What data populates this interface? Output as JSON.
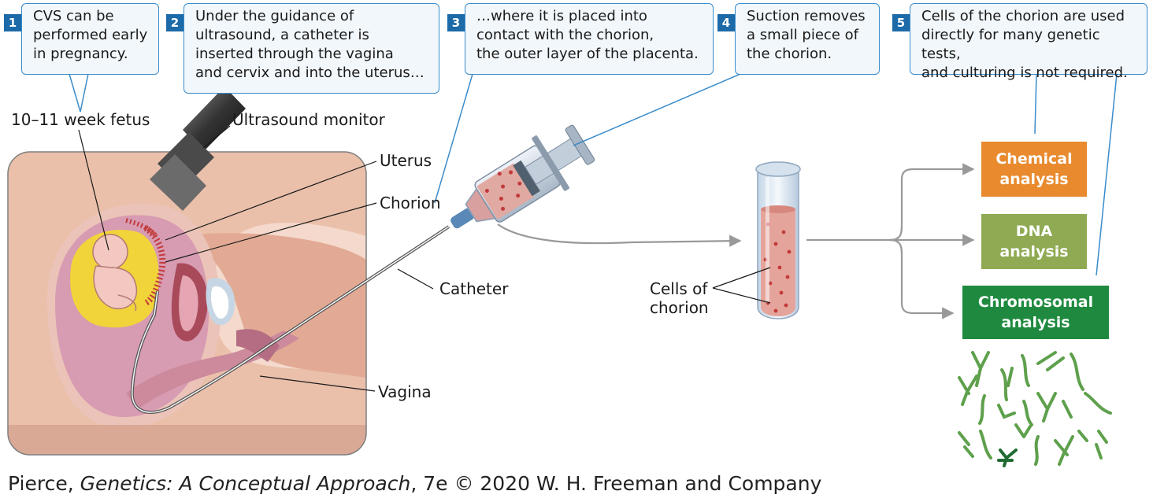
{
  "steps": [
    {
      "num": "1",
      "text": "CVS can be\nperformed early\nin pregnancy."
    },
    {
      "num": "2",
      "text": "Under the guidance of\nultrasound, a catheter is\ninserted through the vagina\nand cervix and into the uterus…"
    },
    {
      "num": "3",
      "text": "…where it is placed into\ncontact with the chorion,\nthe outer layer of the placenta."
    },
    {
      "num": "4",
      "text": "Suction removes\na small piece of\nthe chorion."
    },
    {
      "num": "5",
      "text": "Cells of the chorion are used\ndirectly for many genetic tests,\nand culturing is not required."
    }
  ],
  "labels": {
    "fetus": "10–11 week fetus",
    "ultrasound": "Ultrasound monitor",
    "uterus": "Uterus",
    "chorion": "Chorion",
    "catheter": "Catheter",
    "vagina": "Vagina",
    "cells": "Cells of\nchorion"
  },
  "analyses": [
    {
      "label": "Chemical\nanalysis",
      "color": "#e98a2e"
    },
    {
      "label": "DNA\nanalysis",
      "color": "#8faa52"
    },
    {
      "label": "Chromosomal\nanalysis",
      "color": "#1f8a3f"
    }
  ],
  "credit": {
    "author": "Pierce, ",
    "title": "Genetics: A Conceptual Approach",
    "rest": ", 7e © 2020 W. H. Freeman and Company"
  },
  "colors": {
    "callout_border": "#3a8ccb",
    "callout_fill": "#f2f7fb",
    "step_number": "#1c6aa8",
    "body_skin": "#e8b9a3",
    "uterus": "#d79bb2",
    "amniotic": "#f1d43a",
    "chorion": "#c23a3a"
  }
}
